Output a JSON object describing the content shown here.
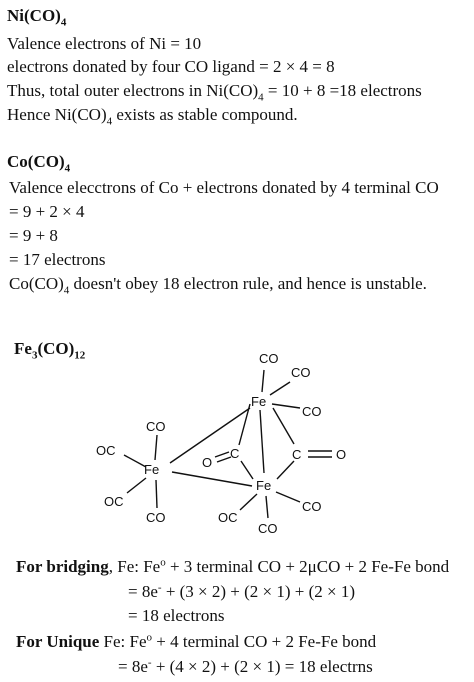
{
  "ni": {
    "title_main": "Ni(CO)",
    "title_sub": "4",
    "line1": "Valence electrons of Ni = 10",
    "line2": "electrons donated by four CO ligand = 2 × 4 = 8",
    "line3_a": "Thus, total outer electrons in Ni(CO)",
    "line3_sub": "4",
    "line3_b": " = 10 + 8 =18 electrons",
    "line4_a": "Hence Ni(CO)",
    "line4_sub": "4",
    "line4_b": " exists as stable compound."
  },
  "co": {
    "title_main": "Co(CO)",
    "title_sub": "4",
    "line1": "Valence elecctrons of Co + electrons donated by 4 terminal CO",
    "line2": "= 9 + 2 × 4",
    "line3": "= 9 + 8",
    "line4": "= 17 electrons",
    "line5_a": "Co(CO)",
    "line5_sub": "4",
    "line5_b": " doesn't obey 18 electron rule, and hence is unstable."
  },
  "fe": {
    "title_a": "Fe",
    "title_sub1": "3",
    "title_b": "(CO)",
    "title_sub2": "12",
    "diagram": {
      "fe_top": "Fe",
      "fe_left": "Fe",
      "fe_bottom": "Fe",
      "co_top1": "CO",
      "co_top2": "CO",
      "co_top3": "CO",
      "co_left_up": "CO",
      "oc_left": "OC",
      "oc_left_low": "OC",
      "co_left_down": "CO",
      "bridge1_o": "O",
      "bridge1_c": "C",
      "bridge2_c": "C",
      "bridge2_o": "O",
      "co_bottom_right": "CO",
      "oc_bottom": "OC",
      "co_bottom": "CO"
    },
    "bridging_label": "For bridging",
    "bridging_line1_a": ", Fe: Fe",
    "bridging_sup": "o",
    "bridging_line1_b": " + 3 terminal CO + 2μCO + 2 Fe-Fe bond",
    "bridging_line2_a": "= 8e",
    "bridging_line2_sup": "-",
    "bridging_line2_b": " + (3 × 2) + (2 × 1) + (2 × 1)",
    "bridging_line3": "= 18 electrons",
    "unique_label": "For Unique",
    "unique_line1_a": " Fe: Fe",
    "unique_sup": "o",
    "unique_line1_b": " + 4 terminal CO + 2 Fe-Fe bond",
    "unique_line2_a": "= 8e",
    "unique_line2_sup": "-",
    "unique_line2_b": " + (4 × 2) + (2 × 1) = 18 electrns"
  }
}
